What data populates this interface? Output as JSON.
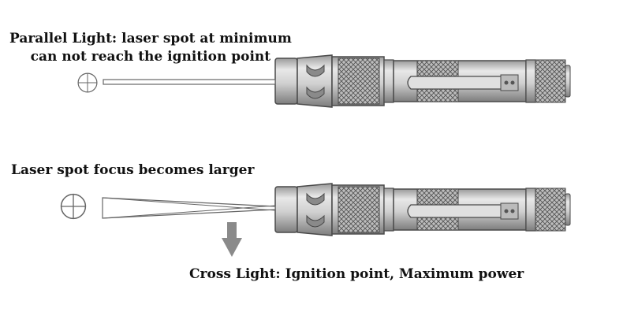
{
  "labels": {
    "parallel_line1": "Parallel Light: laser spot at minimum",
    "parallel_line2": "can not reach the ignition point",
    "focus": "Laser spot focus becomes larger",
    "cross": "Cross Light: Ignition point, Maximum power"
  },
  "colors": {
    "body": "#cfcfcf",
    "body_dark": "#8f8f8f",
    "outline": "#4a4a4a",
    "arrow": "#8a8a8a"
  },
  "icons": [
    "crosshair-icon",
    "down-arrow-icon"
  ]
}
